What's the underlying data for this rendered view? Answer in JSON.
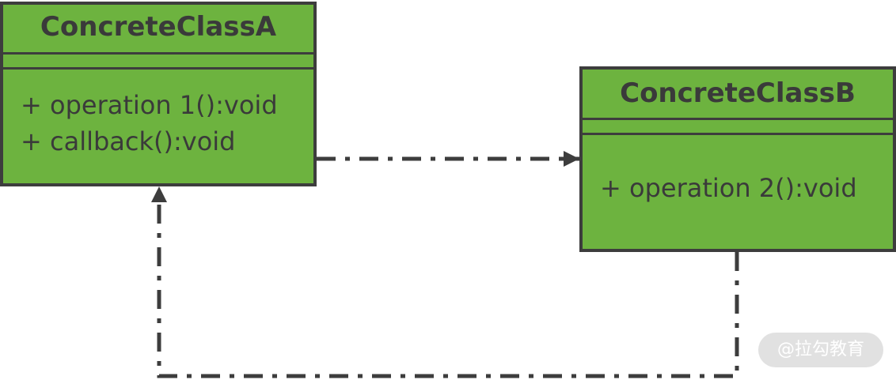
{
  "diagram": {
    "colors": {
      "box_fill": "#6db33f",
      "box_stroke": "#3d3d3d",
      "text": "#3a3a3a",
      "connector": "#3d3d3d"
    },
    "class_a": {
      "name": "ConcreteClassA",
      "operations": [
        "+ operation 1():void",
        "+ callback():void"
      ]
    },
    "class_b": {
      "name": "ConcreteClassB",
      "operations": [
        "+ operation 2():void"
      ]
    },
    "connectors": [
      {
        "from": "ConcreteClassA",
        "to": "ConcreteClassB",
        "style": "dash-dot",
        "arrow": "filled-triangle"
      },
      {
        "from": "ConcreteClassB",
        "to": "ConcreteClassA",
        "style": "dash-dot",
        "arrow": "filled-triangle"
      }
    ]
  },
  "watermark": {
    "text": "@拉勾教育"
  }
}
